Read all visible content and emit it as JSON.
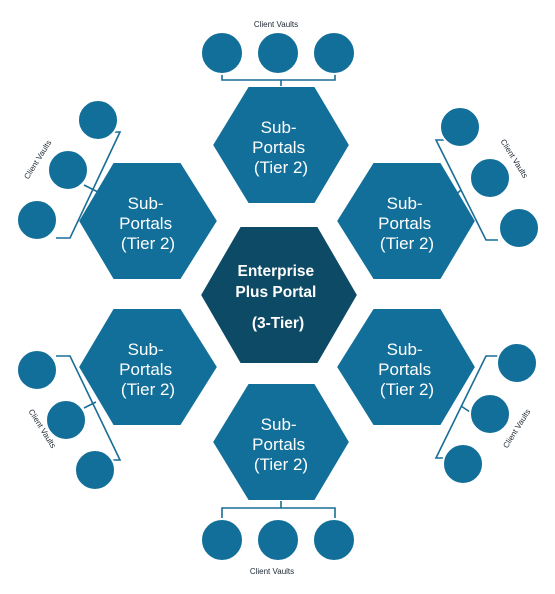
{
  "center": {
    "lines": [
      "Enterprise",
      "Plus Portal",
      "(3-Tier)"
    ],
    "color": "#0d4a66"
  },
  "subportal": {
    "lines": [
      "Sub-",
      "Portals",
      "(Tier 2)"
    ],
    "color": "#126f9a",
    "count": 6
  },
  "vaults": {
    "label": "Client Vaults",
    "color": "#126f9a",
    "circles_per_group": 3
  },
  "colors": {
    "stroke": "#ffffff",
    "connector": "#1a6d96",
    "text": "#1d2733"
  }
}
